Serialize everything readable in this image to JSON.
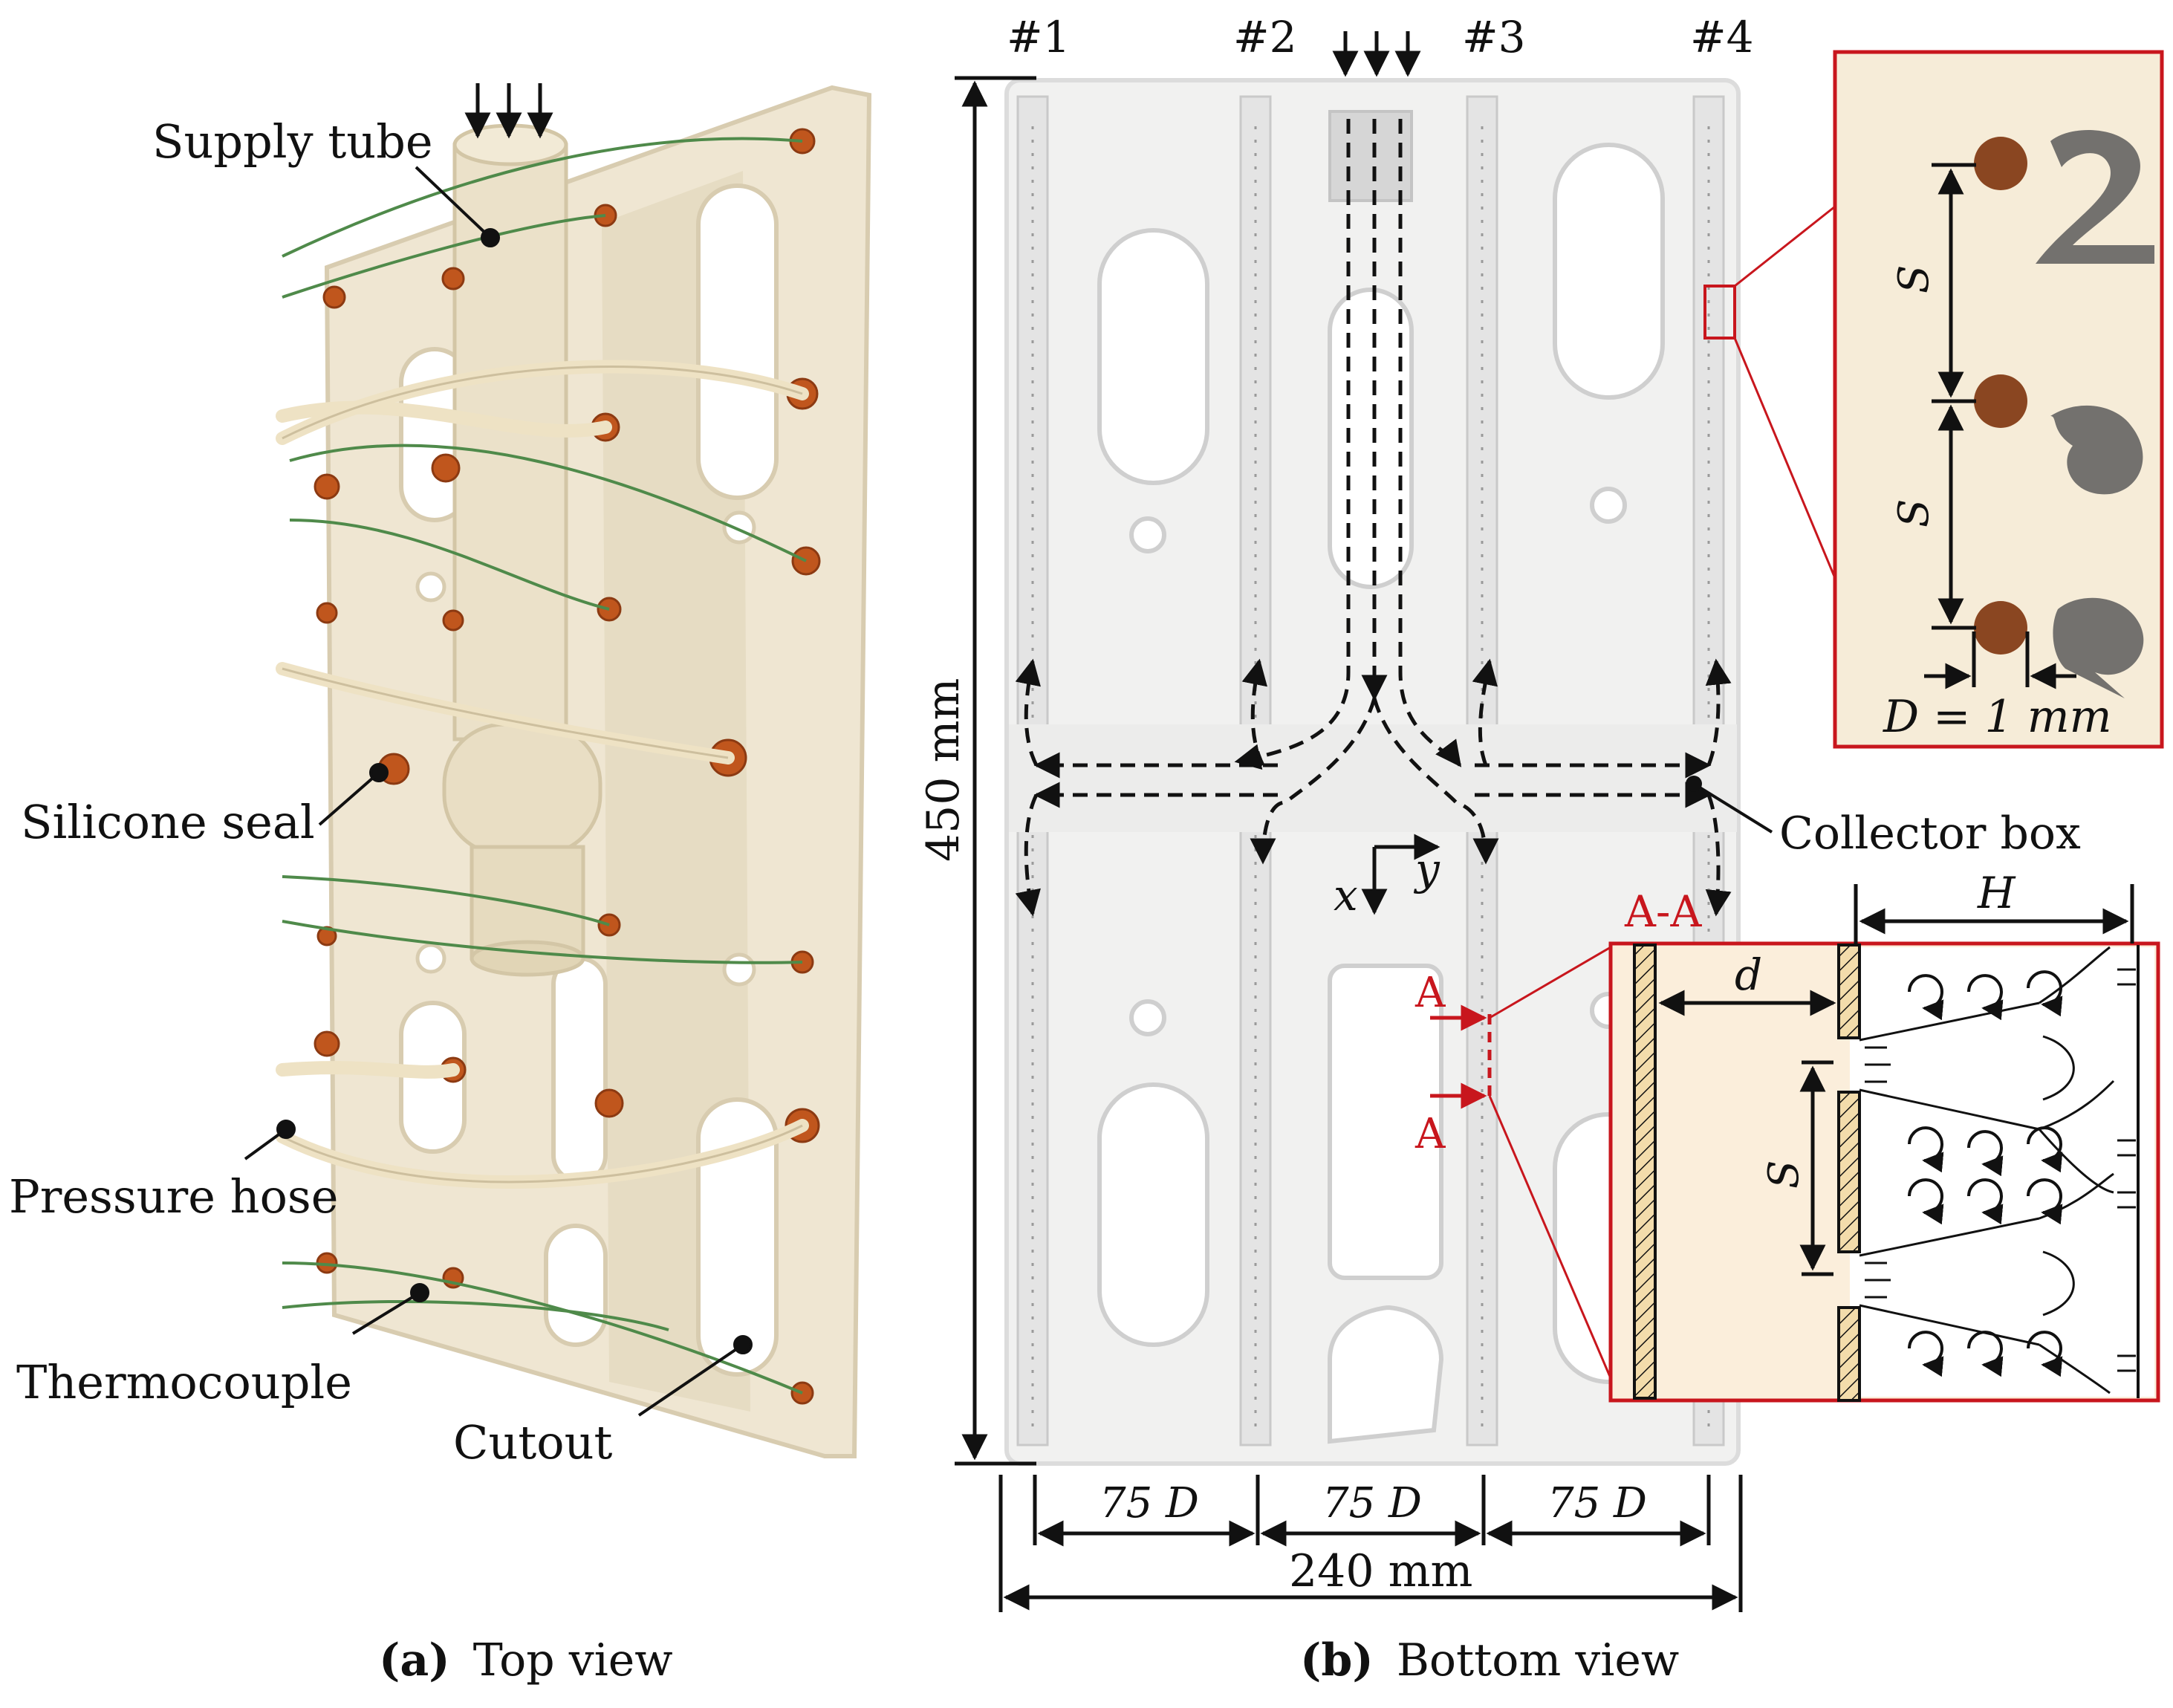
{
  "figure": {
    "panel_a": {
      "caption_tag": "(a)",
      "caption_text": "Top view",
      "labels": {
        "supply_tube": "Supply tube",
        "silicone_seal": "Silicone seal",
        "pressure_hose": "Pressure hose",
        "thermocouple": "Thermocouple",
        "cutout": "Cutout"
      }
    },
    "panel_b": {
      "caption_tag": "(b)",
      "caption_text": "Bottom view",
      "channels": [
        "#1",
        "#2",
        "#3",
        "#4"
      ],
      "height_dim": "450 mm",
      "width_dim": "240 mm",
      "pitch_dim": "75 D",
      "collector_box": "Collector box",
      "axis_x": "x",
      "axis_y": "y",
      "section_label": "A-A",
      "section_marker": "A"
    },
    "inset_zoom": {
      "spacing_label": "S",
      "diameter_label": "D = 1 mm"
    },
    "inset_section": {
      "height_label": "H",
      "gap_label": "d",
      "spacing_label": "S"
    },
    "colors": {
      "accent_red": "#c8161d",
      "arrow": "#111111",
      "plate_a": "#efe6d2",
      "plate_b": "#f1f1f0",
      "seal": "#c0561d",
      "wire": "#4f8a4a"
    }
  }
}
